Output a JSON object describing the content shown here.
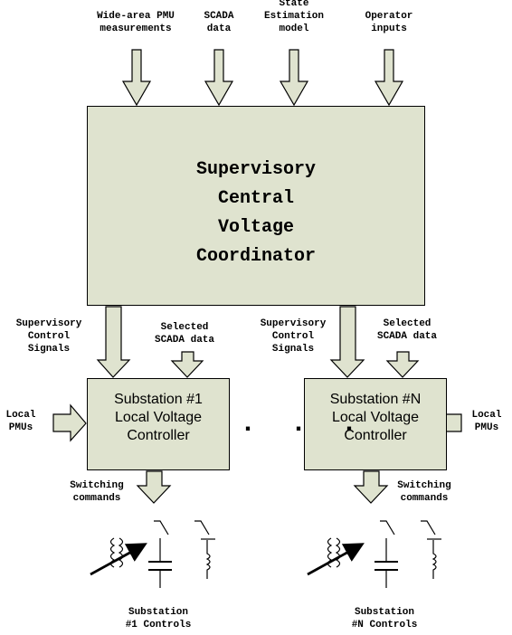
{
  "inputs": {
    "pmu": [
      "Wide-area PMU",
      "measurements"
    ],
    "scada": [
      "SCADA",
      "data"
    ],
    "state": [
      "State",
      "Estimation",
      "model"
    ],
    "operator": [
      "Operator",
      "inputs"
    ]
  },
  "central": {
    "title": [
      "Supervisory",
      "Central",
      "Voltage",
      "Coordinator"
    ]
  },
  "left": {
    "supervisory": [
      "Supervisory",
      "Control",
      "Signals"
    ],
    "selected": [
      "Selected",
      "SCADA data"
    ],
    "local_pmus": [
      "Local",
      "PMUs"
    ],
    "substation": [
      "Substation #1",
      "Local Voltage",
      "Controller"
    ],
    "switching": [
      "Switching",
      "commands"
    ],
    "controls": [
      "Substation",
      "#1 Controls"
    ]
  },
  "right": {
    "supervisory": [
      "Supervisory",
      "Control",
      "Signals"
    ],
    "selected": [
      "Selected",
      "SCADA data"
    ],
    "local_pmus": [
      "Local",
      "PMUs"
    ],
    "substation": [
      "Substation #N",
      "Local Voltage",
      "Controller"
    ],
    "switching": [
      "Switching",
      "commands"
    ],
    "controls": [
      "Substation",
      "#N Controls"
    ]
  },
  "ellipsis": ". . .",
  "colors": {
    "box_fill": "#dfe3cf",
    "arrow_fill": "#dfe3cf",
    "stroke": "#000000"
  }
}
